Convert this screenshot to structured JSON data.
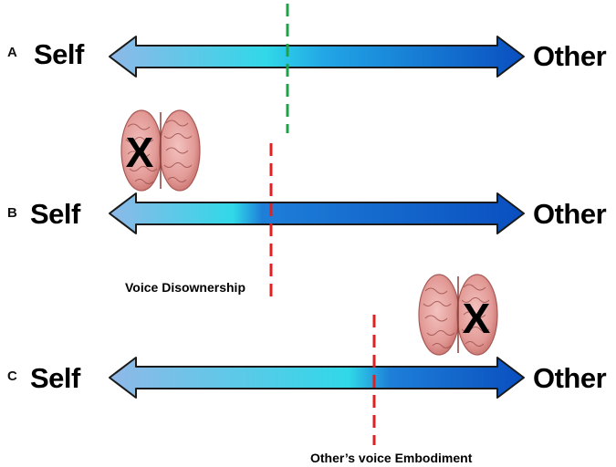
{
  "rows": [
    {
      "letter": "A",
      "left_label": "Self",
      "right_label": "Other",
      "boundary_color": "#1fa14a"
    },
    {
      "letter": "B",
      "left_label": "Self",
      "right_label": "Other",
      "boundary_color": "#e02020",
      "caption": "Voice Disownership",
      "lesion": "left-hemisphere"
    },
    {
      "letter": "C",
      "left_label": "Self",
      "right_label": "Other",
      "boundary_color": "#e02020",
      "caption": "Other’s voice Embodiment",
      "lesion": "right-hemisphere"
    }
  ],
  "lesion_mark": "X",
  "colors": {
    "light_blue": "#8fb8e8",
    "cyan": "#30d8e8",
    "dark_blue": "#0a4fc0",
    "outline": "#1a1a1a",
    "brain": "#d98a86"
  }
}
